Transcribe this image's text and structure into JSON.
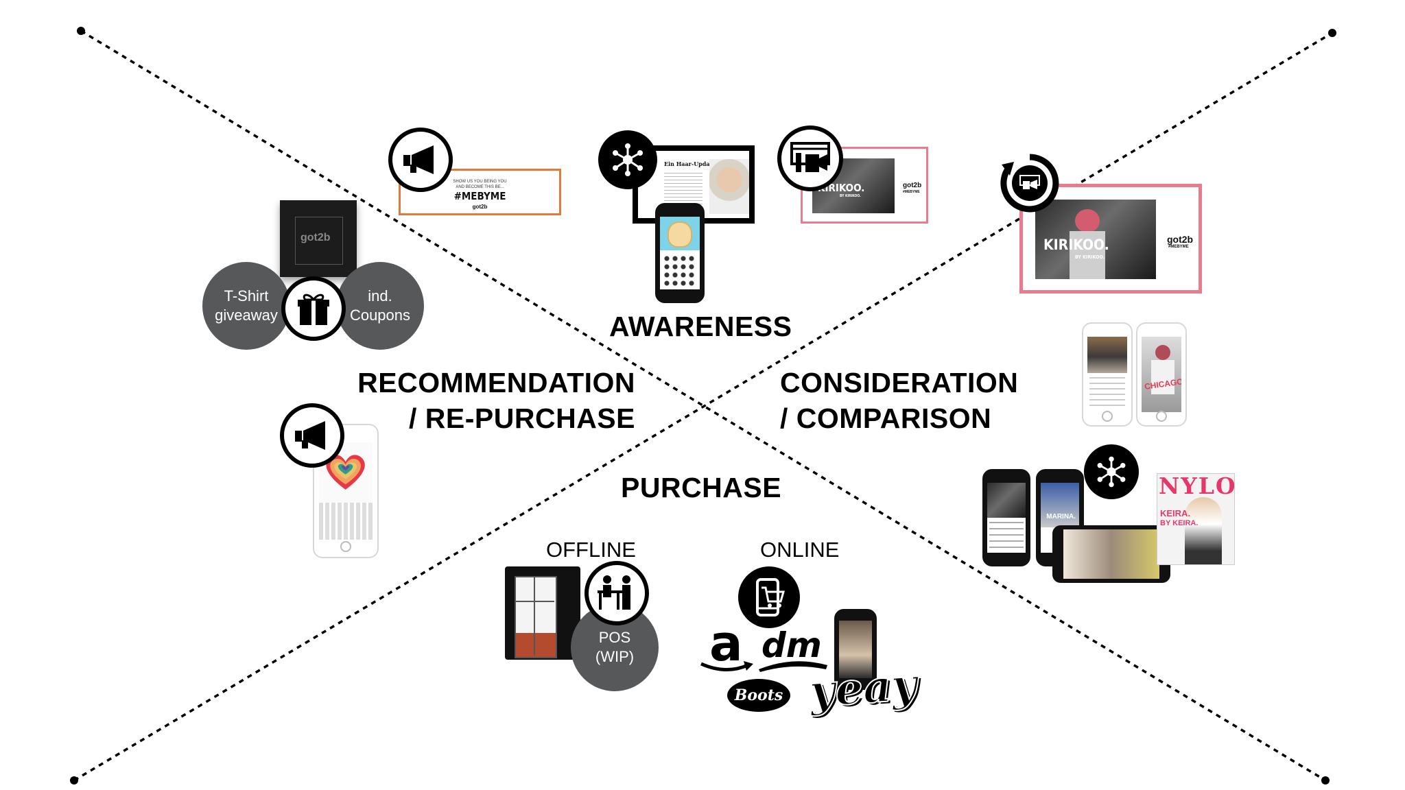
{
  "stages": {
    "awareness": "AWARENESS",
    "consideration_line1": "CONSIDERATION",
    "consideration_line2": "/ COMPARISON",
    "purchase": "PURCHASE",
    "recommendation_line1": "RECOMMENDATION",
    "recommendation_line2": "/ RE-PURCHASE"
  },
  "purchase_channels": {
    "offline": "OFFLINE",
    "online": "ONLINE",
    "pos_line1": "POS",
    "pos_line2": "(WIP)"
  },
  "recommendation_items": {
    "tshirt_line1": "T-Shirt",
    "tshirt_line2": "giveaway",
    "coupons_line1": "ind.",
    "coupons_line2": "Coupons",
    "box_logo": "got2b"
  },
  "awareness_items": {
    "banner_small_line1": "SHOW US YOU BEING YOU",
    "banner_small_line2": "AND BECOME THIS BE...",
    "hashtag": "#MEBYME",
    "brand": "got2b",
    "article_title": "Ein Haar-Update"
  },
  "kirikoo_banner": {
    "title": "KIRIKOO.",
    "subtitle": "BY KIRIKOO.",
    "brand": "got2b",
    "hashtag": "#MEBYME"
  },
  "consideration_items": {
    "magazine": "NYLON",
    "magazine_cover_text1": "KEIRA.",
    "magazine_cover_text2": "BY KEIRA.",
    "phone_caption": "MARINA.",
    "stories_caption": "CHICAGO"
  },
  "retailers": {
    "amazon": "a",
    "dm": "dm",
    "boots": "Boots",
    "yeay": "yeay"
  },
  "icons": [
    "megaphone-icon",
    "network-icon",
    "video-ad-icon",
    "refresh-video-icon",
    "gift-icon",
    "pos-counter-icon",
    "mobile-cart-icon"
  ],
  "colors": {
    "orange_frame": "#e07a3a",
    "pink_frame": "#e87c8e",
    "gray_circle": "#57585a",
    "dotted_line": "#000000"
  }
}
